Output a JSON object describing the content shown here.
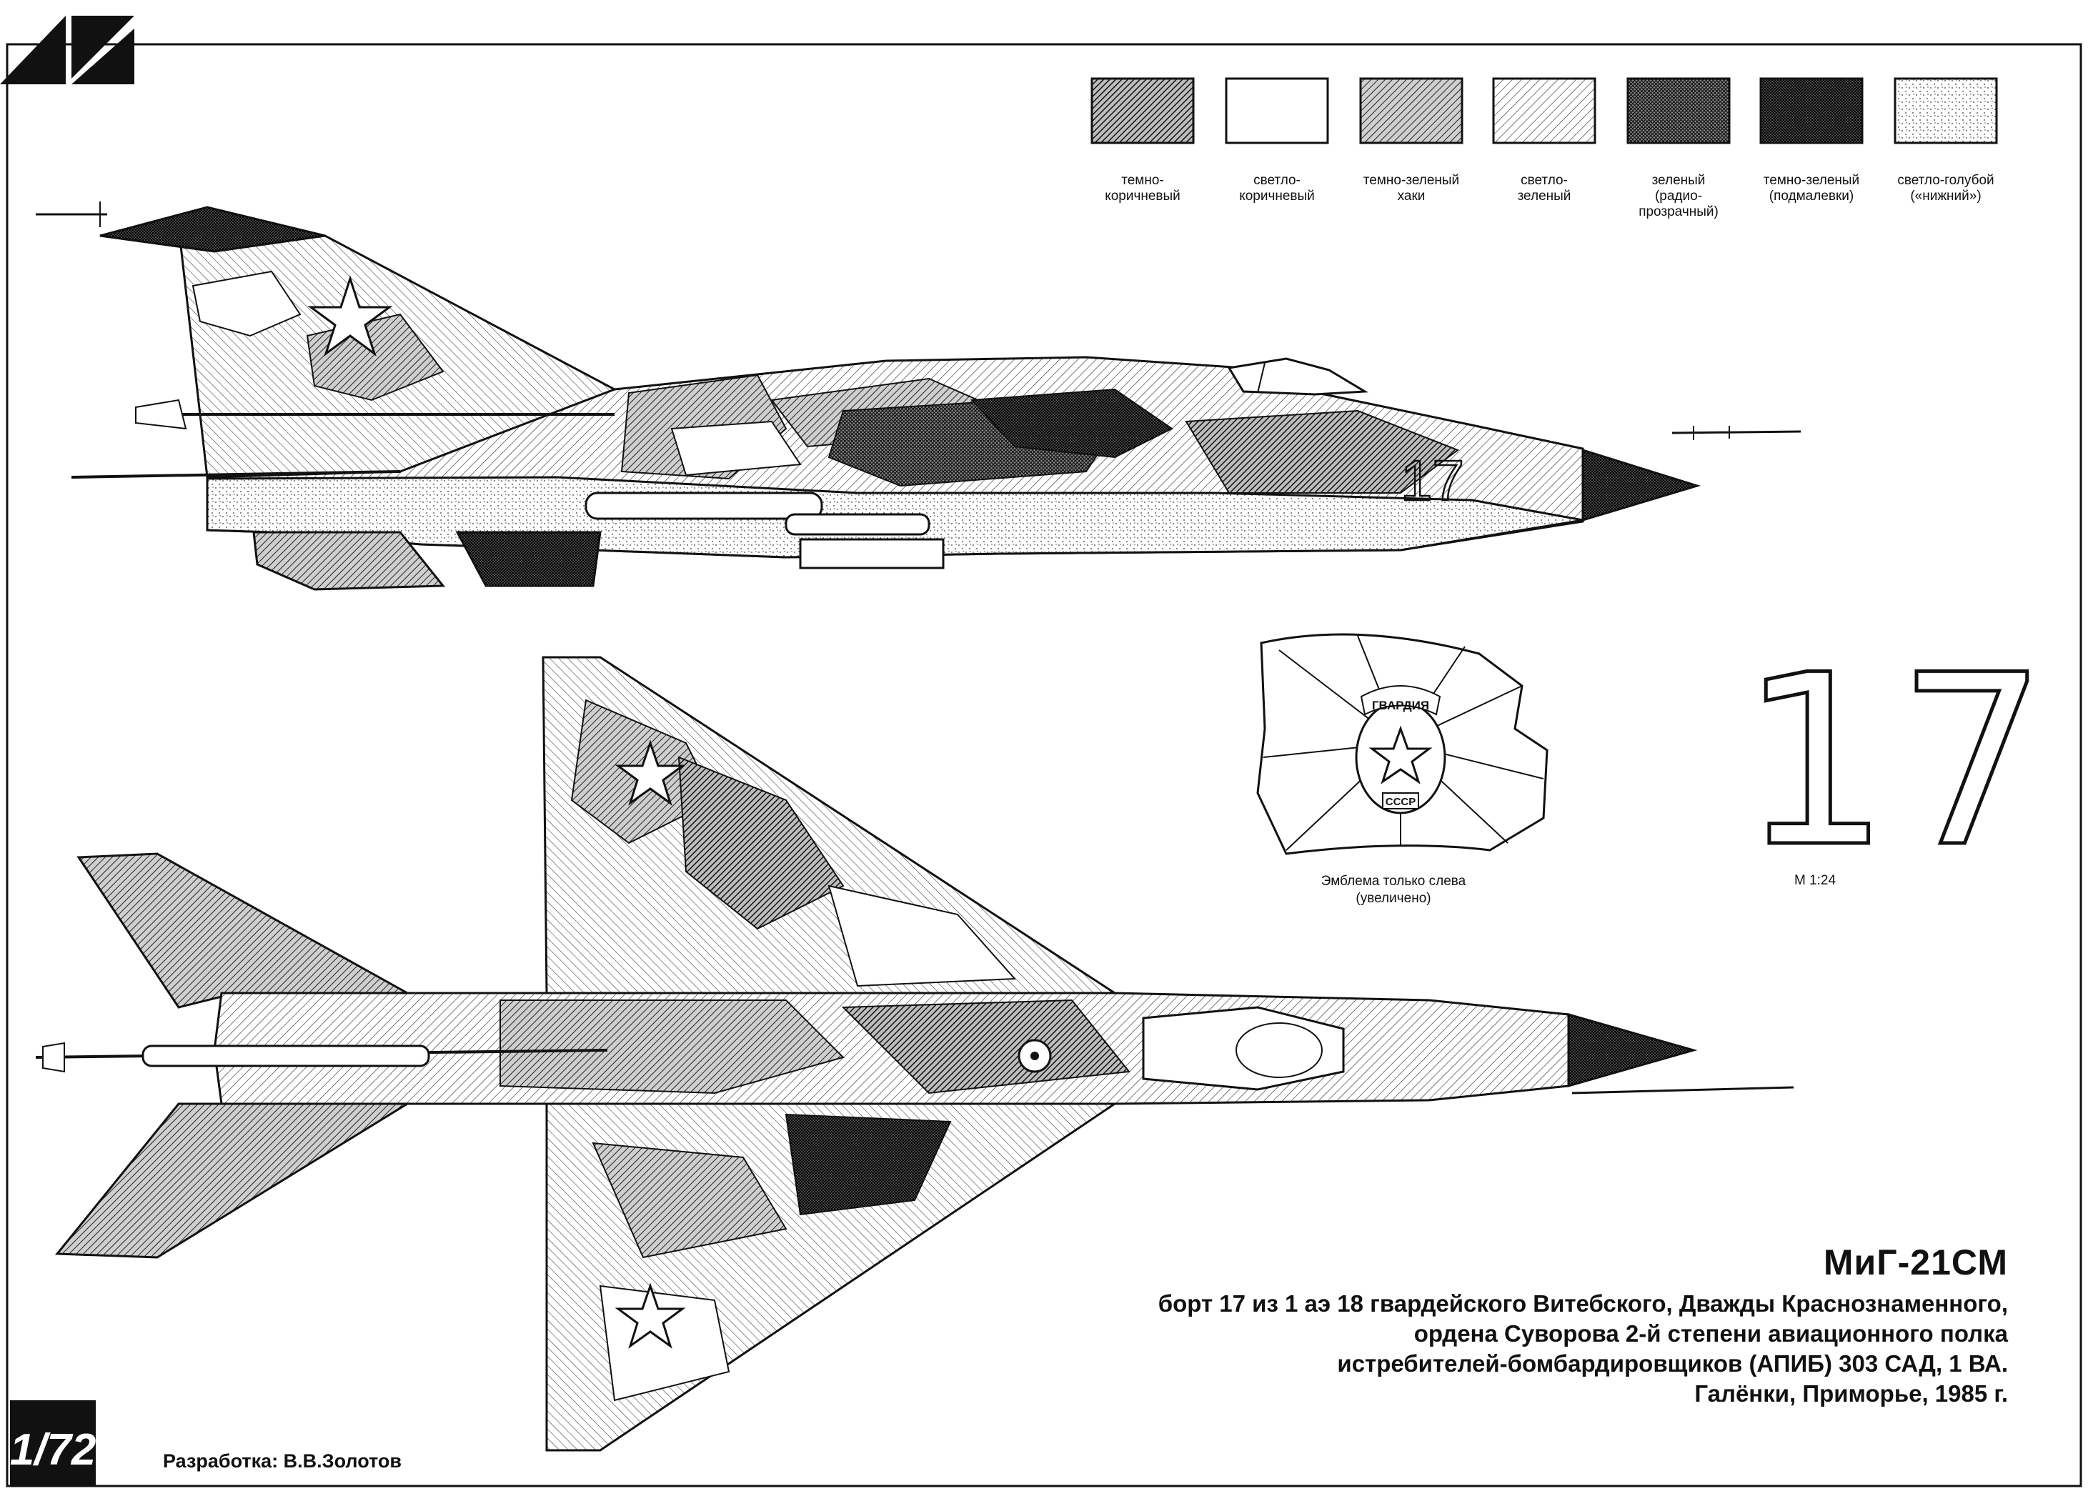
{
  "legend": [
    {
      "label": "темно-\nкоричневый",
      "pattern": "dark-brown-hatch"
    },
    {
      "label": "светло-\nкоричневый",
      "pattern": "light-brown-blank"
    },
    {
      "label": "темно-зеленый\nхаки",
      "pattern": "khaki-hatch"
    },
    {
      "label": "светло-\nзеленый",
      "pattern": "light-green-hatch"
    },
    {
      "label": "зеленый\n(радио-\nпрозрачный)",
      "pattern": "green-crosshatch"
    },
    {
      "label": "темно-зеленый\n(подмалевки)",
      "pattern": "dark-green-crosshatch"
    },
    {
      "label": "светло-голубой\n(«нижний»)",
      "pattern": "light-blue-dots"
    }
  ],
  "emblem": {
    "banner_text": "ГВАРДИЯ",
    "badge_text": "СССР",
    "caption": "Эмблема только слева\n(увеличено)"
  },
  "board_number": {
    "digits": "17",
    "scale_caption": "М 1:24"
  },
  "title": "МиГ-21СМ",
  "description_lines": [
    "борт 17 из 1 аэ 18 гвардейского Витебского, Дважды Краснознаменного,",
    "ордена Суворова 2-й степени авиационного полка",
    "истребителей-бомбардировщиков (АПИБ) 303 САД, 1 ВА.",
    "Галёнки, Приморье, 1985 г."
  ],
  "credit": "Разработка: В.В.Золотов",
  "scale_badge": "1/72",
  "colors": {
    "ink": "#111111",
    "paper": "#ffffff"
  }
}
